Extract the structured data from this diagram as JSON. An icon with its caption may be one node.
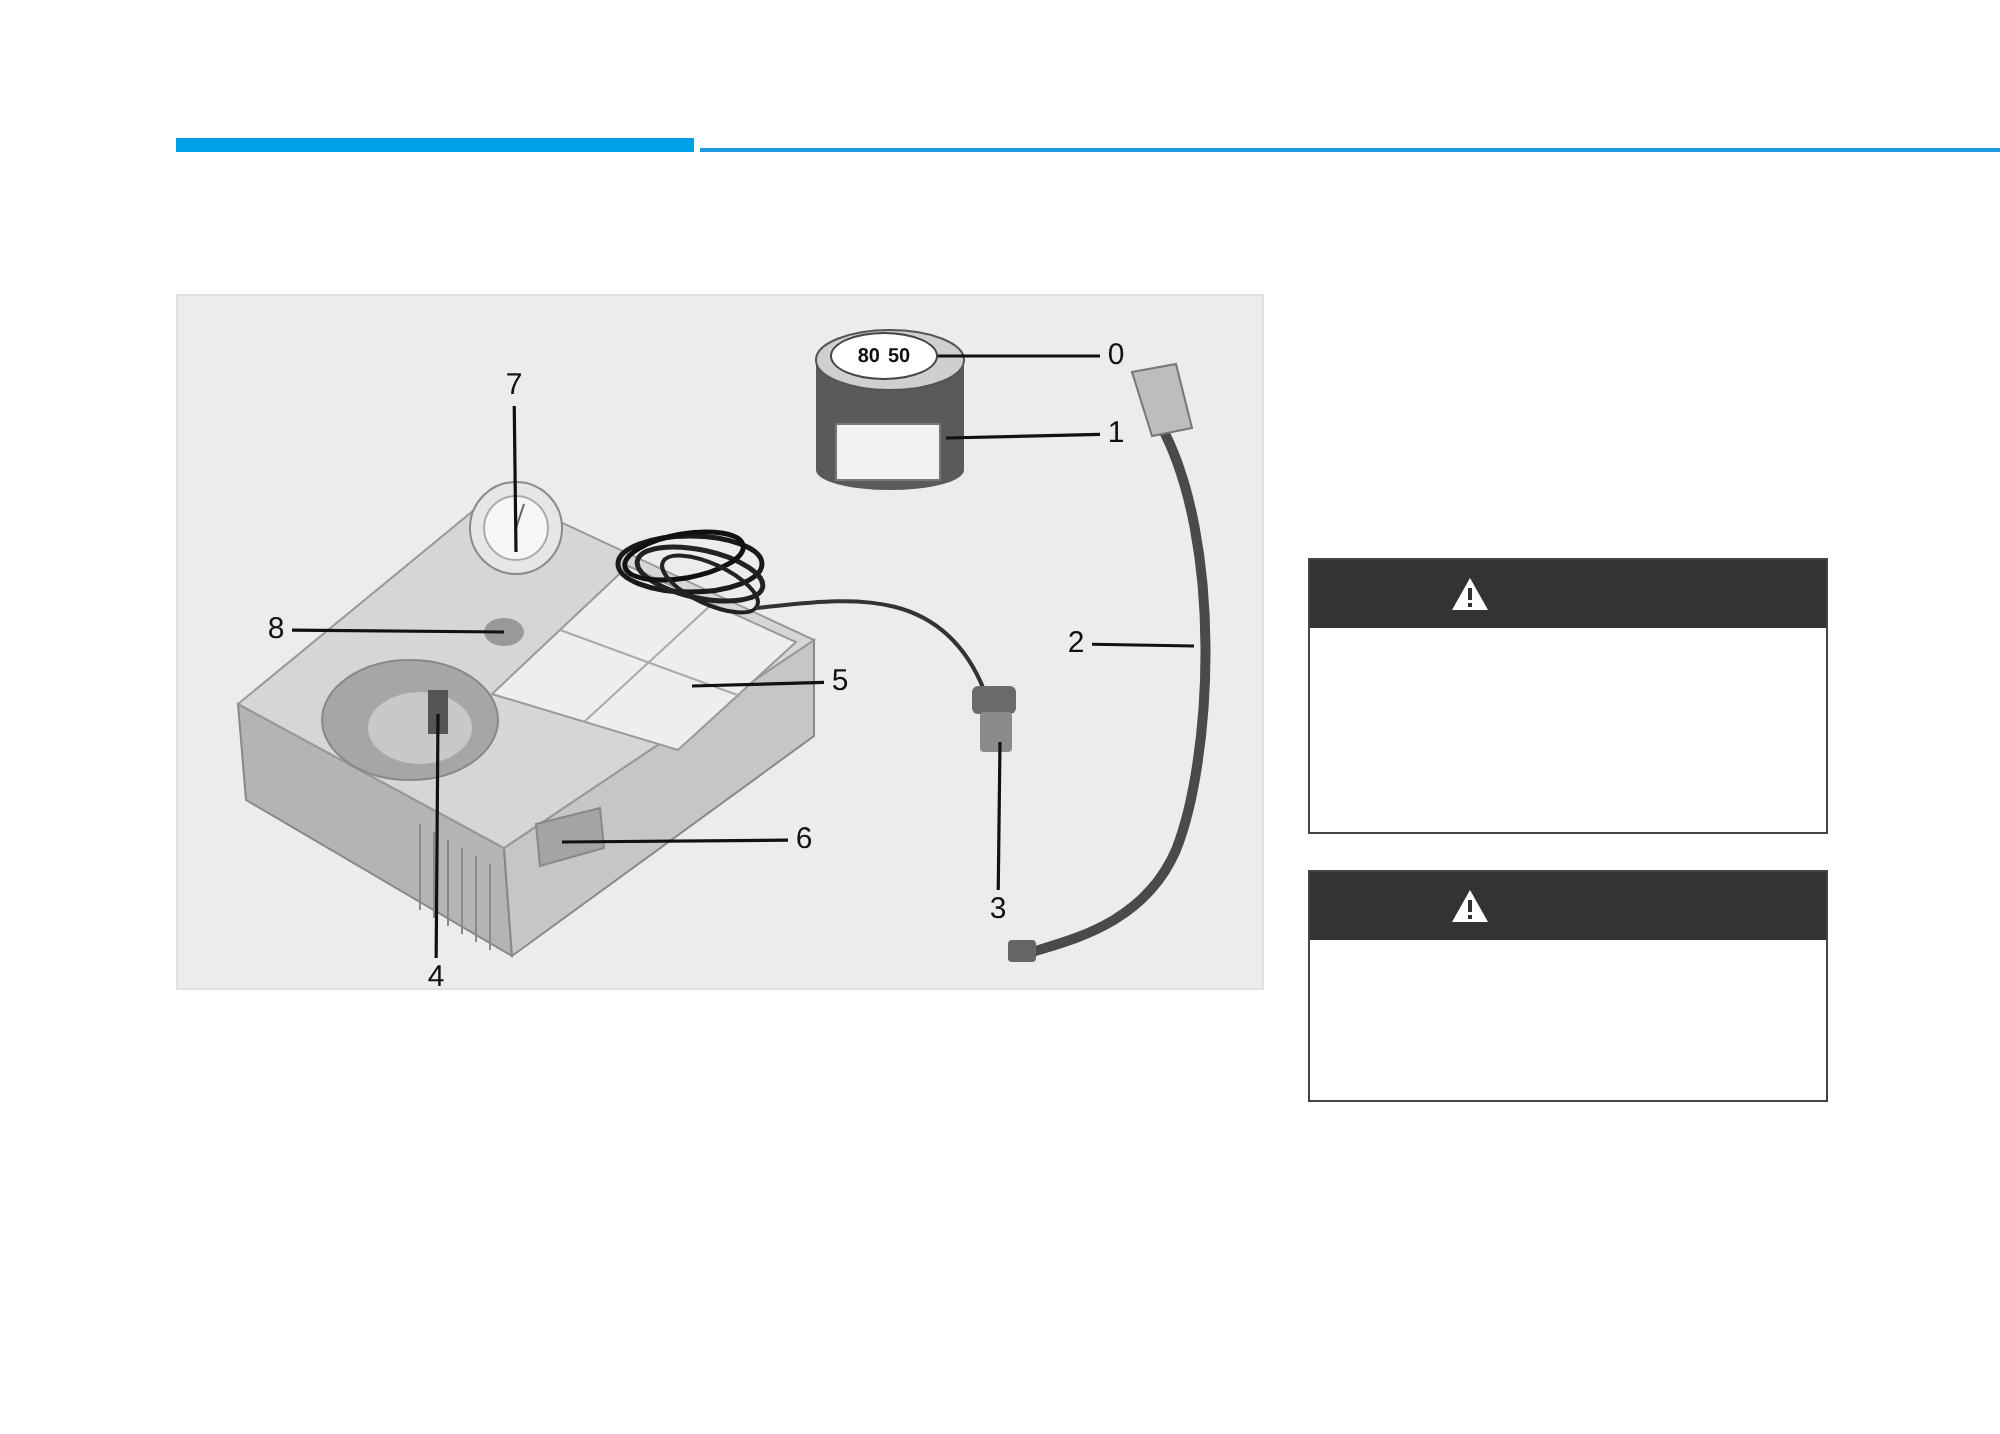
{
  "diagram": {
    "nodes": [
      {
        "text": [
          "0"
        ]
      },
      {
        "text": [
          "7"
        ]
      },
      {
        "text": [
          "1"
        ]
      },
      {
        "text": [
          "8"
        ]
      },
      {
        "text": [
          "2"
        ]
      },
      {
        "text": [
          "5"
        ]
      },
      {
        "text": [
          "6"
        ]
      },
      {
        "text": [
          "3"
        ]
      },
      {
        "text": [
          "4"
        ]
      },
      {
        "text": [],
        "shape": "box"
      },
      {
        "text": [],
        "shape": "box"
      },
      {
        "text": [
          "80",
          "50"
        ]
      }
    ],
    "edges": [
      {
        "from": 0,
        "to": 11,
        "arrow": "none"
      },
      {
        "from": 1,
        "to": null,
        "arrow": "none"
      },
      {
        "from": 2,
        "to": null,
        "arrow": "none"
      },
      {
        "from": 3,
        "to": null,
        "arrow": "none"
      },
      {
        "from": 4,
        "to": null,
        "arrow": "none"
      },
      {
        "from": 5,
        "to": null,
        "arrow": "none"
      },
      {
        "from": 6,
        "to": null,
        "arrow": "none"
      },
      {
        "from": 7,
        "to": null,
        "arrow": "none"
      },
      {
        "from": 8,
        "to": null,
        "arrow": "none"
      }
    ]
  }
}
